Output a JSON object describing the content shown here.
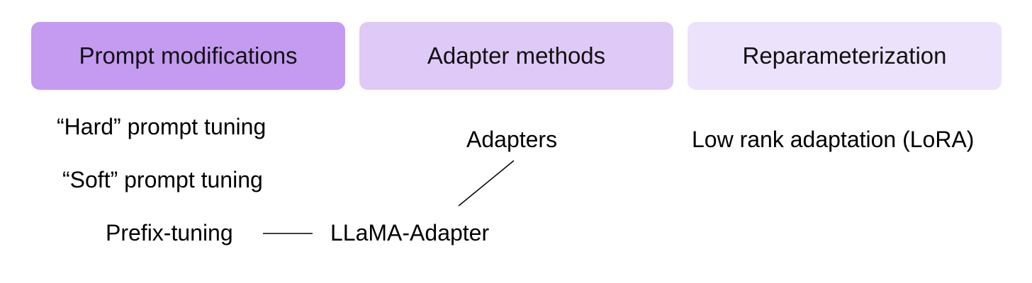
{
  "categories": [
    {
      "label": "Prompt modifications",
      "color": "#c49bf1"
    },
    {
      "label": "Adapter methods",
      "color": "#dfc9f7"
    },
    {
      "label": "Reparameterization",
      "color": "#ece2fb"
    }
  ],
  "prompt_methods": [
    "“Hard” prompt tuning",
    "“Soft” prompt tuning",
    "Prefix-tuning"
  ],
  "adapter_methods": {
    "adapters": "Adapters",
    "llama_adapter": "LLaMA-Adapter"
  },
  "reparam_methods": [
    "Low rank adaptation (LoRA)"
  ]
}
